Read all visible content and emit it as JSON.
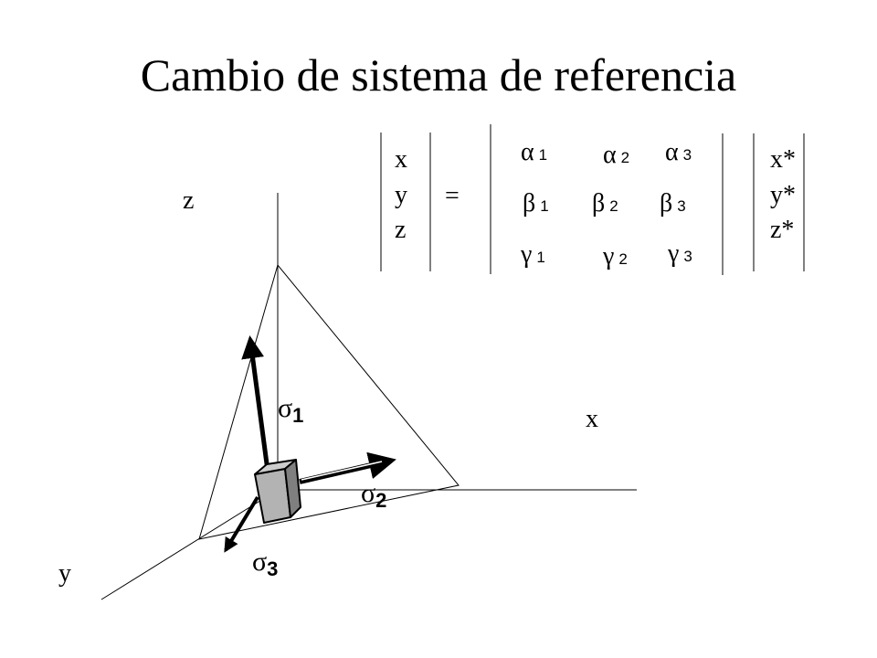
{
  "title": "Cambio de sistema de referencia",
  "axes": {
    "x": "x",
    "y": "y",
    "z": "z"
  },
  "stresses": [
    {
      "symbol": "σ",
      "index": "1"
    },
    {
      "symbol": "σ",
      "index": "2"
    },
    {
      "symbol": "σ",
      "index": "3"
    }
  ],
  "equation": {
    "left_vector": [
      "x",
      "y",
      "z"
    ],
    "equals": "=",
    "matrix": [
      [
        {
          "symbol": "α",
          "index": "1"
        },
        {
          "symbol": "α",
          "index": "2"
        },
        {
          "symbol": "α",
          "index": "3"
        }
      ],
      [
        {
          "symbol": "β",
          "index": "1"
        },
        {
          "symbol": "β",
          "index": "2"
        },
        {
          "symbol": "β",
          "index": "3"
        }
      ],
      [
        {
          "symbol": "γ",
          "index": "1"
        },
        {
          "symbol": "γ",
          "index": "2"
        },
        {
          "symbol": "γ",
          "index": "3"
        }
      ]
    ],
    "right_vector": [
      "x*",
      "y*",
      "z*"
    ]
  }
}
